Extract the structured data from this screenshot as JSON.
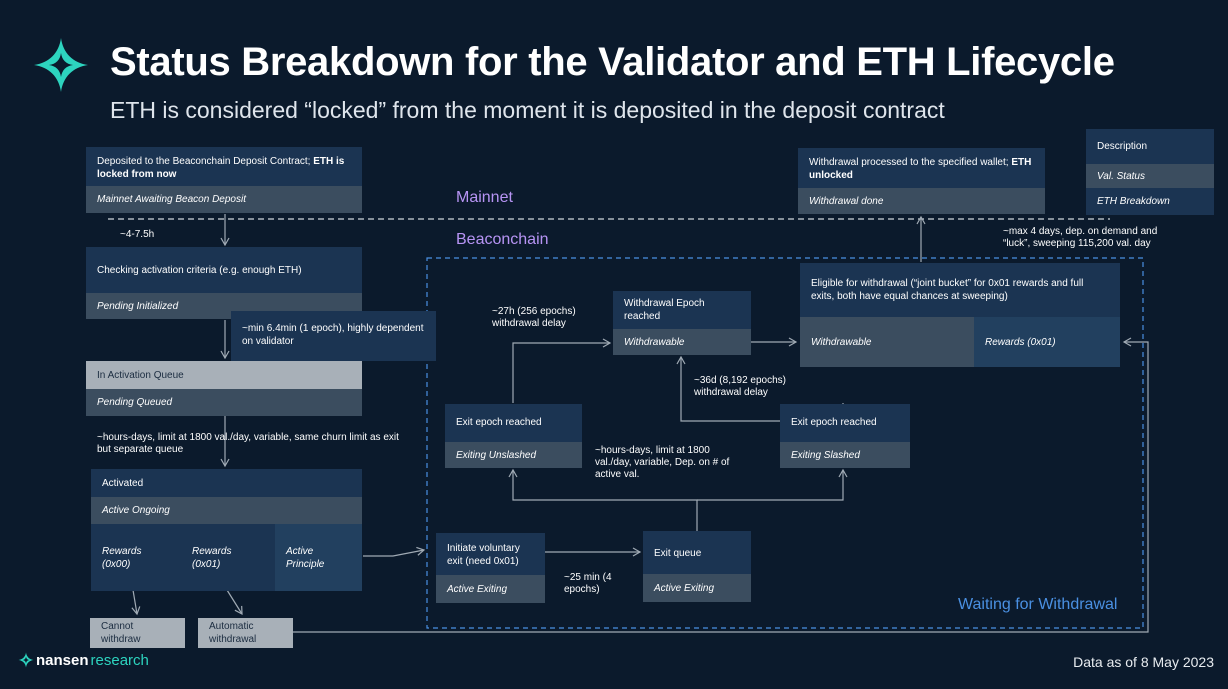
{
  "header": {
    "title": "Status Breakdown for the Validator and ETH Lifecycle",
    "subtitle": "ETH is considered “locked” from the moment it is deposited in the deposit contract"
  },
  "legend": {
    "description": "Description",
    "val_status": "Val. Status",
    "eth_breakdown": "ETH Breakdown"
  },
  "zones": {
    "mainnet": "Mainnet",
    "beaconchain": "Beaconchain",
    "waiting": "Waiting for Withdrawal"
  },
  "boxes": {
    "deposited": {
      "desc_plain": "Deposited to the Beaconchain Deposit Contract; ",
      "desc_bold": "ETH is locked from now",
      "status": "Mainnet Awaiting Beacon Deposit"
    },
    "checking": {
      "desc": "Checking activation criteria (e.g. enough ETH)",
      "status": "Pending Initialized"
    },
    "queue": {
      "desc": "In Activation Queue",
      "status": "Pending Queued"
    },
    "activated": {
      "desc": "Activated",
      "status": "Active Ongoing",
      "rewards00": "Rewards (0x00)",
      "rewards01": "Rewards (0x01)",
      "principle": "Active Principle"
    },
    "cannot": "Cannot withdraw",
    "automatic": "Automatic withdrawal",
    "initiate": {
      "desc": "Initiate voluntary exit (need 0x01)",
      "status": "Active Exiting"
    },
    "exit_queue": {
      "desc": "Exit queue",
      "status": "Active Exiting"
    },
    "exit_unslashed": {
      "desc": "Exit epoch reached",
      "status": "Exiting Unslashed"
    },
    "exit_slashed": {
      "desc": "Exit epoch reached",
      "status": "Exiting Slashed"
    },
    "withdrawal_epoch": {
      "desc": "Withdrawal Epoch reached",
      "status": "Withdrawable"
    },
    "eligible": {
      "desc": "Eligible for withdrawal (“joint bucket” for 0x01 rewards and full exits, both have equal chances at sweeping)",
      "status": "Withdrawable",
      "rewards01": "Rewards (0x01)"
    },
    "processed": {
      "desc_plain": "Withdrawal processed to the specified wallet; ",
      "desc_bold": "ETH unlocked",
      "status": "Withdrawal done"
    }
  },
  "notes": {
    "n1": "~4-7.5h",
    "n2": "~min 6.4min (1 epoch), highly dependent on validator",
    "n3": "~hours-days, limit at 1800 val./day, variable, same churn limit as exit but separate queue",
    "n4": "~25 min (4 epochs)",
    "n5": "~hours-days, limit at 1800 val./day, variable, Dep. on # of active val.",
    "n6": "~27h (256 epochs) withdrawal delay",
    "n7": "~36d (8,192 epochs) withdrawal delay",
    "n8": "~max 4 days, dep. on demand and “luck”, sweeping 115,200 val. day"
  },
  "footer": {
    "brand_a": "nansen",
    "brand_b": "research",
    "date": "Data as of 8 May 2023"
  },
  "colors": {
    "background": "#0b1a2c",
    "box": "#1b3452",
    "status": "#3b4d5f",
    "accent_teal": "#2dd4bf",
    "zone_purple": "#b794f4",
    "zone_blue": "#4a90e2"
  }
}
